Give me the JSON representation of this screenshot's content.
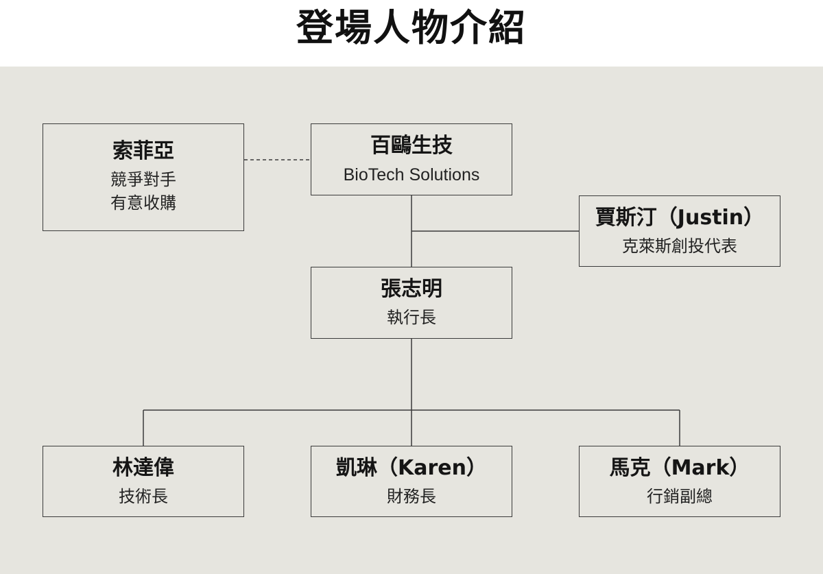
{
  "title": "登場人物介紹",
  "colors": {
    "background": "#e6e5df",
    "header": "#ffffff",
    "line": "#3a3a3a"
  },
  "nodes": {
    "sofia": {
      "name": "索菲亞",
      "role_line1": "競爭對手",
      "role_line2": "有意收購"
    },
    "company": {
      "name": "百鷗生技",
      "name_en": "BioTech Solutions"
    },
    "justin": {
      "name": "賈斯汀（Justin）",
      "role": "克萊斯創投代表"
    },
    "ceo": {
      "name": "張志明",
      "role": "執行長"
    },
    "cto": {
      "name": "林達偉",
      "role": "技術長"
    },
    "cfo": {
      "name": "凱琳（Karen）",
      "role": "財務長"
    },
    "vp_marketing": {
      "name": "馬克（Mark）",
      "role": "行銷副總"
    }
  }
}
